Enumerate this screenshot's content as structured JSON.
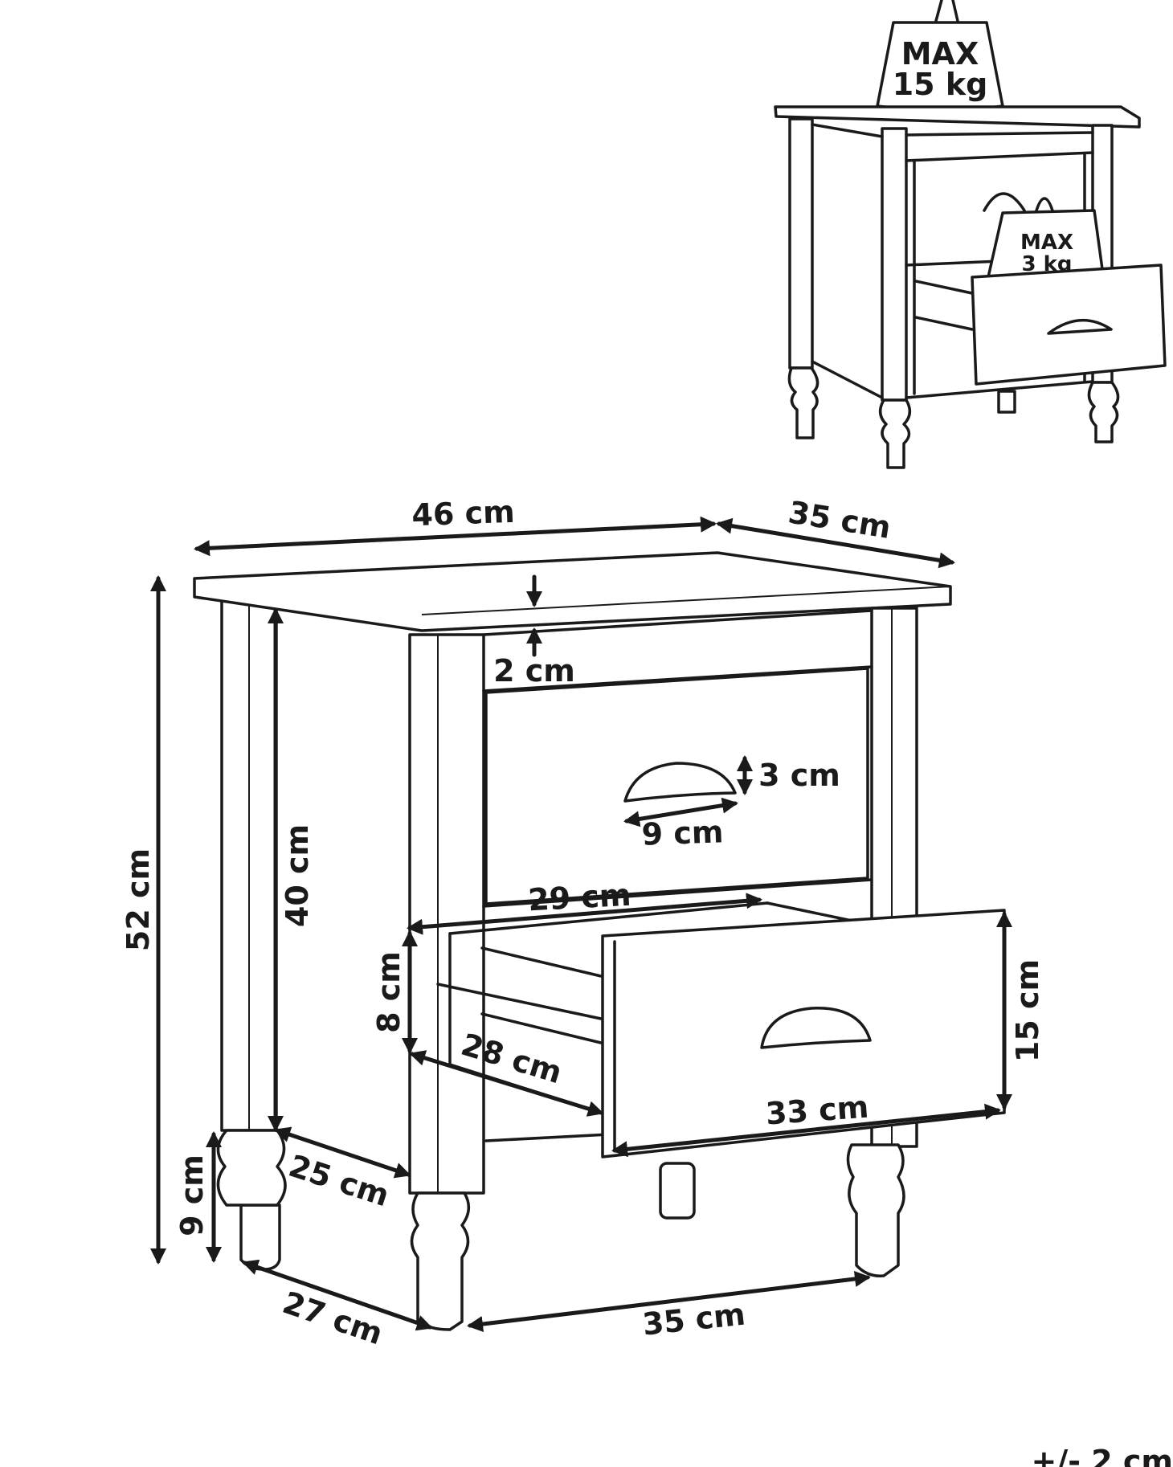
{
  "weights": {
    "top_max": "MAX",
    "top_value": "15 kg",
    "drawer_max": "MAX",
    "drawer_value": "3 kg"
  },
  "dimensions": {
    "width": "46 cm",
    "depth": "35 cm",
    "top_thickness": "2 cm",
    "height": "52 cm",
    "frame_height": "40 cm",
    "leg_height": "9 cm",
    "handle_height": "3 cm",
    "handle_width": "9 cm",
    "drawer_inner_width": "29 cm",
    "drawer_inner_height": "8 cm",
    "drawer_inner_depth": "28 cm",
    "drawer_front_height": "15 cm",
    "drawer_front_width": "33 cm",
    "side_depth": "25 cm",
    "leg_depth": "27 cm",
    "leg_width": "35 cm"
  },
  "tolerance": "+/- 2 cm"
}
